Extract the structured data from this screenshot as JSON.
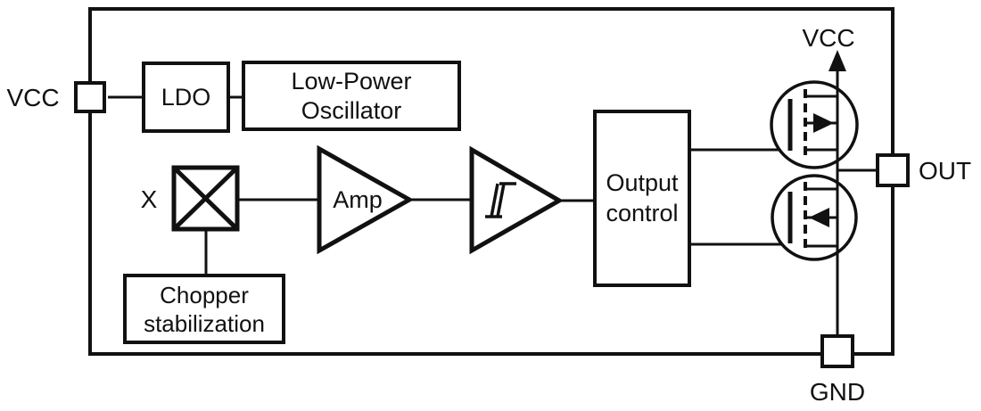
{
  "diagram": {
    "pins": {
      "vcc_left": "VCC",
      "vcc_top": "VCC",
      "out": "OUT",
      "gnd": "GND"
    },
    "blocks": {
      "ldo": {
        "label": "LDO"
      },
      "oscillator": {
        "line1": "Low-Power",
        "line2": "Oscillator"
      },
      "chopper": {
        "line1": "Chopper",
        "line2": "stabilization"
      },
      "output_control": {
        "line1": "Output",
        "line2": "control"
      },
      "amp": {
        "label": "Amp"
      },
      "mixer": {
        "input_label": "X"
      }
    },
    "icons": {
      "mixer": "multiplier-icon",
      "schmitt": "hysteresis-icon",
      "high_side_fet": "pmos-transistor-icon",
      "low_side_fet": "nmos-transistor-icon",
      "vcc_arrow": "arrow-up-icon"
    },
    "colors": {
      "stroke": "#111111",
      "background": "#ffffff"
    }
  }
}
